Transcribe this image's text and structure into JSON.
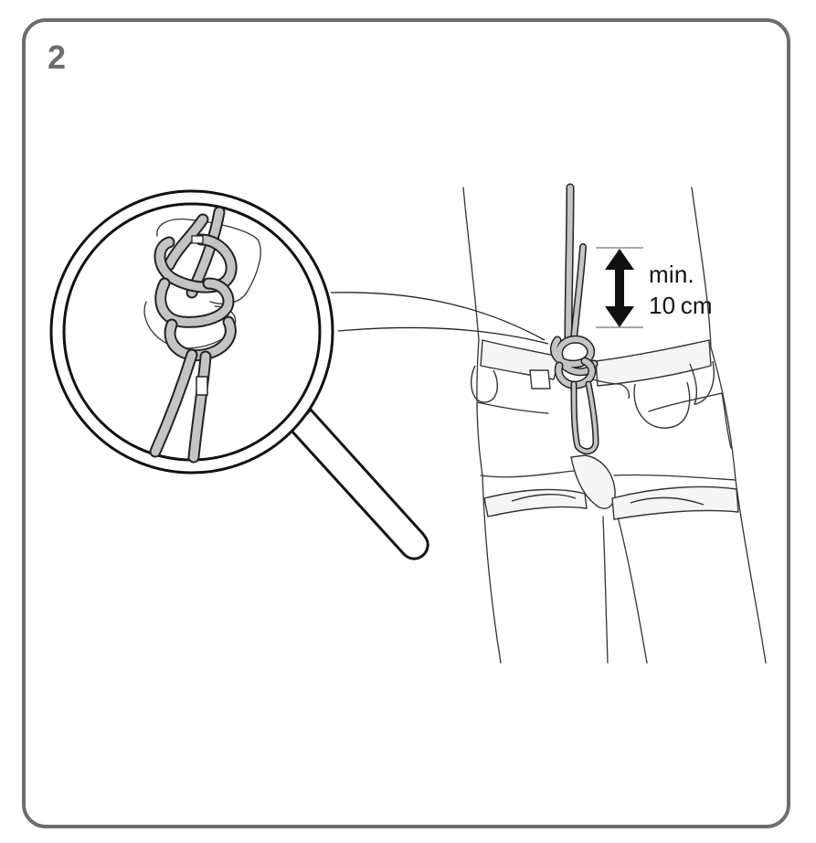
{
  "step": {
    "number": "2"
  },
  "dimension": {
    "line1": "min.",
    "line2": "10 cm"
  },
  "colors": {
    "frame": "#6d6d6d",
    "line": "#1a1a1a",
    "rope": "#c4c4c4"
  },
  "icons": {
    "magnifier": "magnifying-glass-icon",
    "arrow": "double-arrow-icon"
  }
}
